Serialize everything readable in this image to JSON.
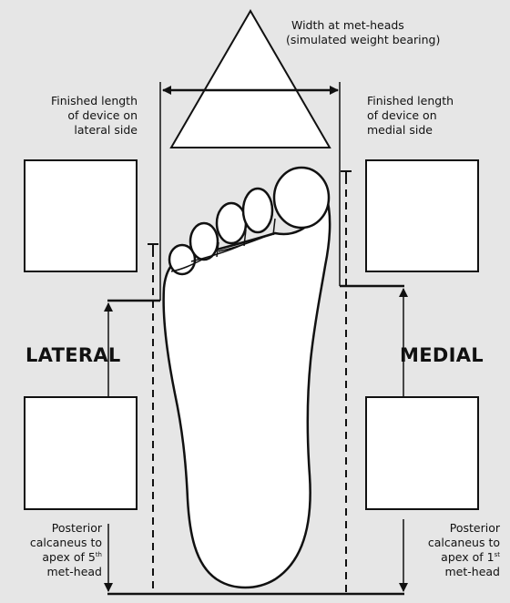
{
  "width_label": {
    "line1": "Width at met-heads",
    "line2": "(simulated weight bearing)"
  },
  "lateral_length_label": {
    "line1": "Finished length",
    "line2": "of device on",
    "line3": "lateral side"
  },
  "medial_length_label": {
    "line1": "Finished length",
    "line2": "of device on",
    "line3": "medial side"
  },
  "lateral_side_title": "LATERAL",
  "medial_side_title": "MEDIAL",
  "lateral_apex_label": {
    "line1": "Posterior",
    "line2": "calcaneus to",
    "line3_prefix": "apex of 5",
    "line3_sup": "th",
    "line4": "met-head"
  },
  "medial_apex_label": {
    "line1": "Posterior",
    "line2": "calcaneus to",
    "line3_prefix": "apex of 1",
    "line3_sup": "st",
    "line4": "met-head"
  },
  "colors": {
    "background": "#e6e6e6",
    "stroke": "#111111",
    "fill": "#ffffff"
  }
}
